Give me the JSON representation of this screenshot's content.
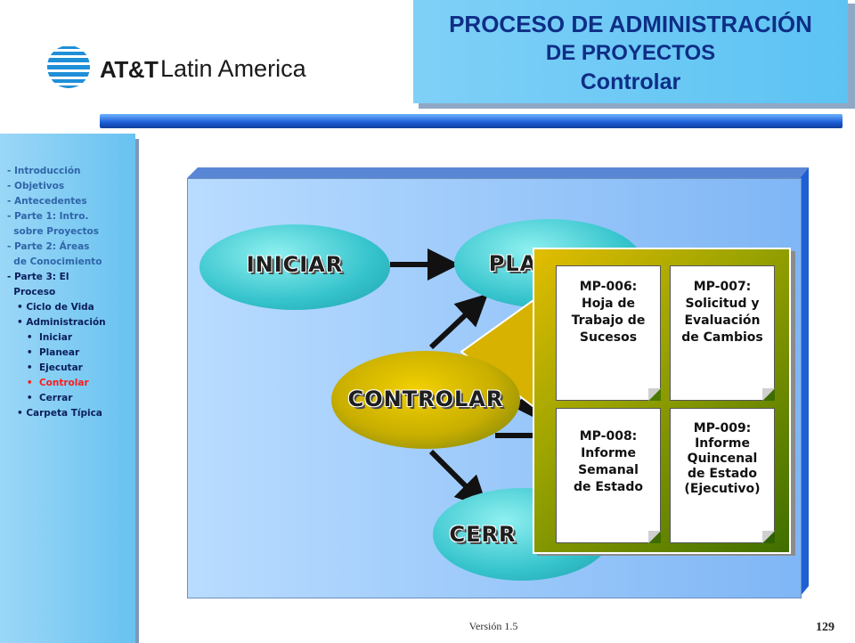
{
  "logo": {
    "brand": "AT&T",
    "region": "Latin America"
  },
  "title": {
    "line1": "PROCESO DE ADMINISTRACIÓN",
    "line2": "DE PROYECTOS",
    "line3": "Controlar"
  },
  "sidebar": {
    "items": [
      {
        "text": "- Introducción",
        "style": "grey"
      },
      {
        "text": "- Objetivos",
        "style": "grey"
      },
      {
        "text": "- Antecedentes",
        "style": "grey"
      },
      {
        "text": "- Parte 1: Intro.",
        "style": "grey"
      },
      {
        "text": "  sobre Proyectos",
        "style": "grey"
      },
      {
        "text": "- Parte 2: Áreas",
        "style": "grey"
      },
      {
        "text": "  de Conocimiento",
        "style": "grey"
      },
      {
        "text": "- Parte 3: El",
        "style": "dark"
      },
      {
        "text": "  Proceso",
        "style": "dark"
      },
      {
        "text": "   • Ciclo de Vida",
        "style": "dark"
      },
      {
        "text": "   • Administración",
        "style": "dark"
      },
      {
        "text": "      •  Iniciar",
        "style": "dark"
      },
      {
        "text": "      •  Planear",
        "style": "dark"
      },
      {
        "text": "      •  Ejecutar",
        "style": "dark"
      },
      {
        "text": "      •  Controlar",
        "style": "red"
      },
      {
        "text": "      •  Cerrar",
        "style": "dark"
      },
      {
        "text": "   • Carpeta Típica",
        "style": "dark"
      }
    ]
  },
  "diagram": {
    "iniciar": "INICIAR",
    "planear": "PLA",
    "controlar": "CONTROLAR",
    "cerrar": "CERR"
  },
  "documents": [
    {
      "code": "MP-006:",
      "l1": "Hoja de",
      "l2": "Trabajo de",
      "l3": "Sucesos",
      "l4": ""
    },
    {
      "code": "MP-007:",
      "l1": "Solicitud y",
      "l2": "Evaluación",
      "l3": "de Cambios",
      "l4": ""
    },
    {
      "code": "MP-008:",
      "l1": "Informe",
      "l2": "Semanal",
      "l3": "de Estado",
      "l4": ""
    },
    {
      "code": "MP-009:",
      "l1": "Informe",
      "l2": "Quincenal",
      "l3": "de Estado",
      "l4": "(Ejecutivo)"
    }
  ],
  "footer": {
    "version": "Versión 1.5",
    "page": "129"
  },
  "colors": {
    "title_text": "#0e2e86",
    "active_item": "#ff1a1a",
    "bar": "#1a5bd6"
  }
}
